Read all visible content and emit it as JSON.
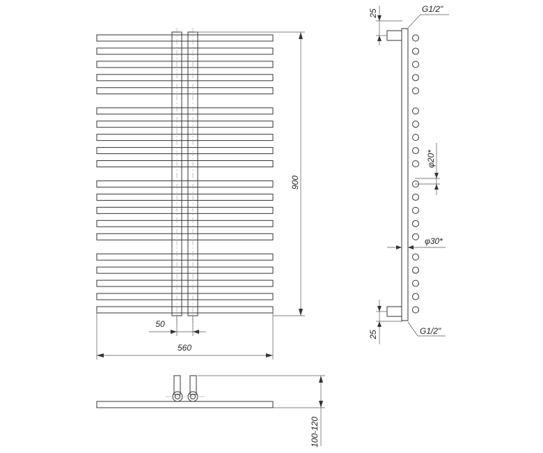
{
  "front_view": {
    "width_label": "560",
    "height_label": "900",
    "axis_spacing_label": "50",
    "bar_groups": [
      5,
      5,
      5,
      5
    ]
  },
  "side_view": {
    "connection_top_label": "G1/2\"",
    "connection_bottom_label": "G1/2\"",
    "offset_top_label": "25",
    "offset_bottom_label": "25",
    "bar_diameter_label": "φ20*",
    "collector_diameter_label": "φ30*"
  },
  "top_view": {
    "wall_distance_label": "100-120"
  }
}
